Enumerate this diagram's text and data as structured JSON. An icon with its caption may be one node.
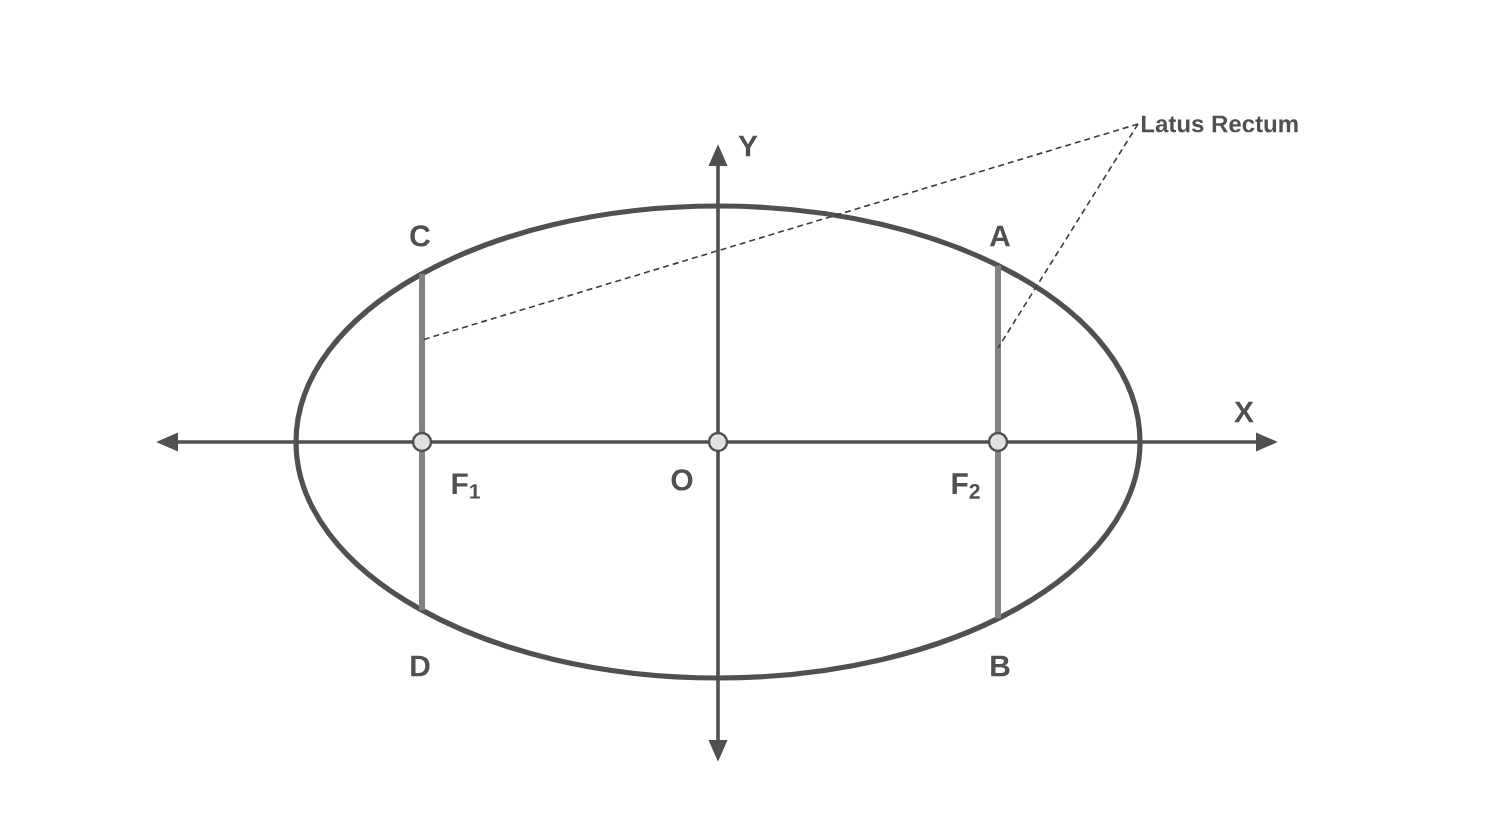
{
  "diagram": {
    "nodes": [
      {
        "text": [
          "Latus Rectum"
        ]
      },
      {
        "text": [],
        "shape": "bar"
      },
      {
        "text": [],
        "shape": "bar"
      }
    ],
    "edges": [
      {
        "from": 0,
        "to": 1,
        "arrow": "none",
        "style": "dashed"
      },
      {
        "from": 0,
        "to": 2,
        "arrow": "none",
        "style": "dashed"
      }
    ],
    "labels": [
      "Y",
      "C",
      "A",
      "X",
      "F$_{1}$",
      "O",
      "F$_{2}$",
      "D",
      "B"
    ]
  }
}
